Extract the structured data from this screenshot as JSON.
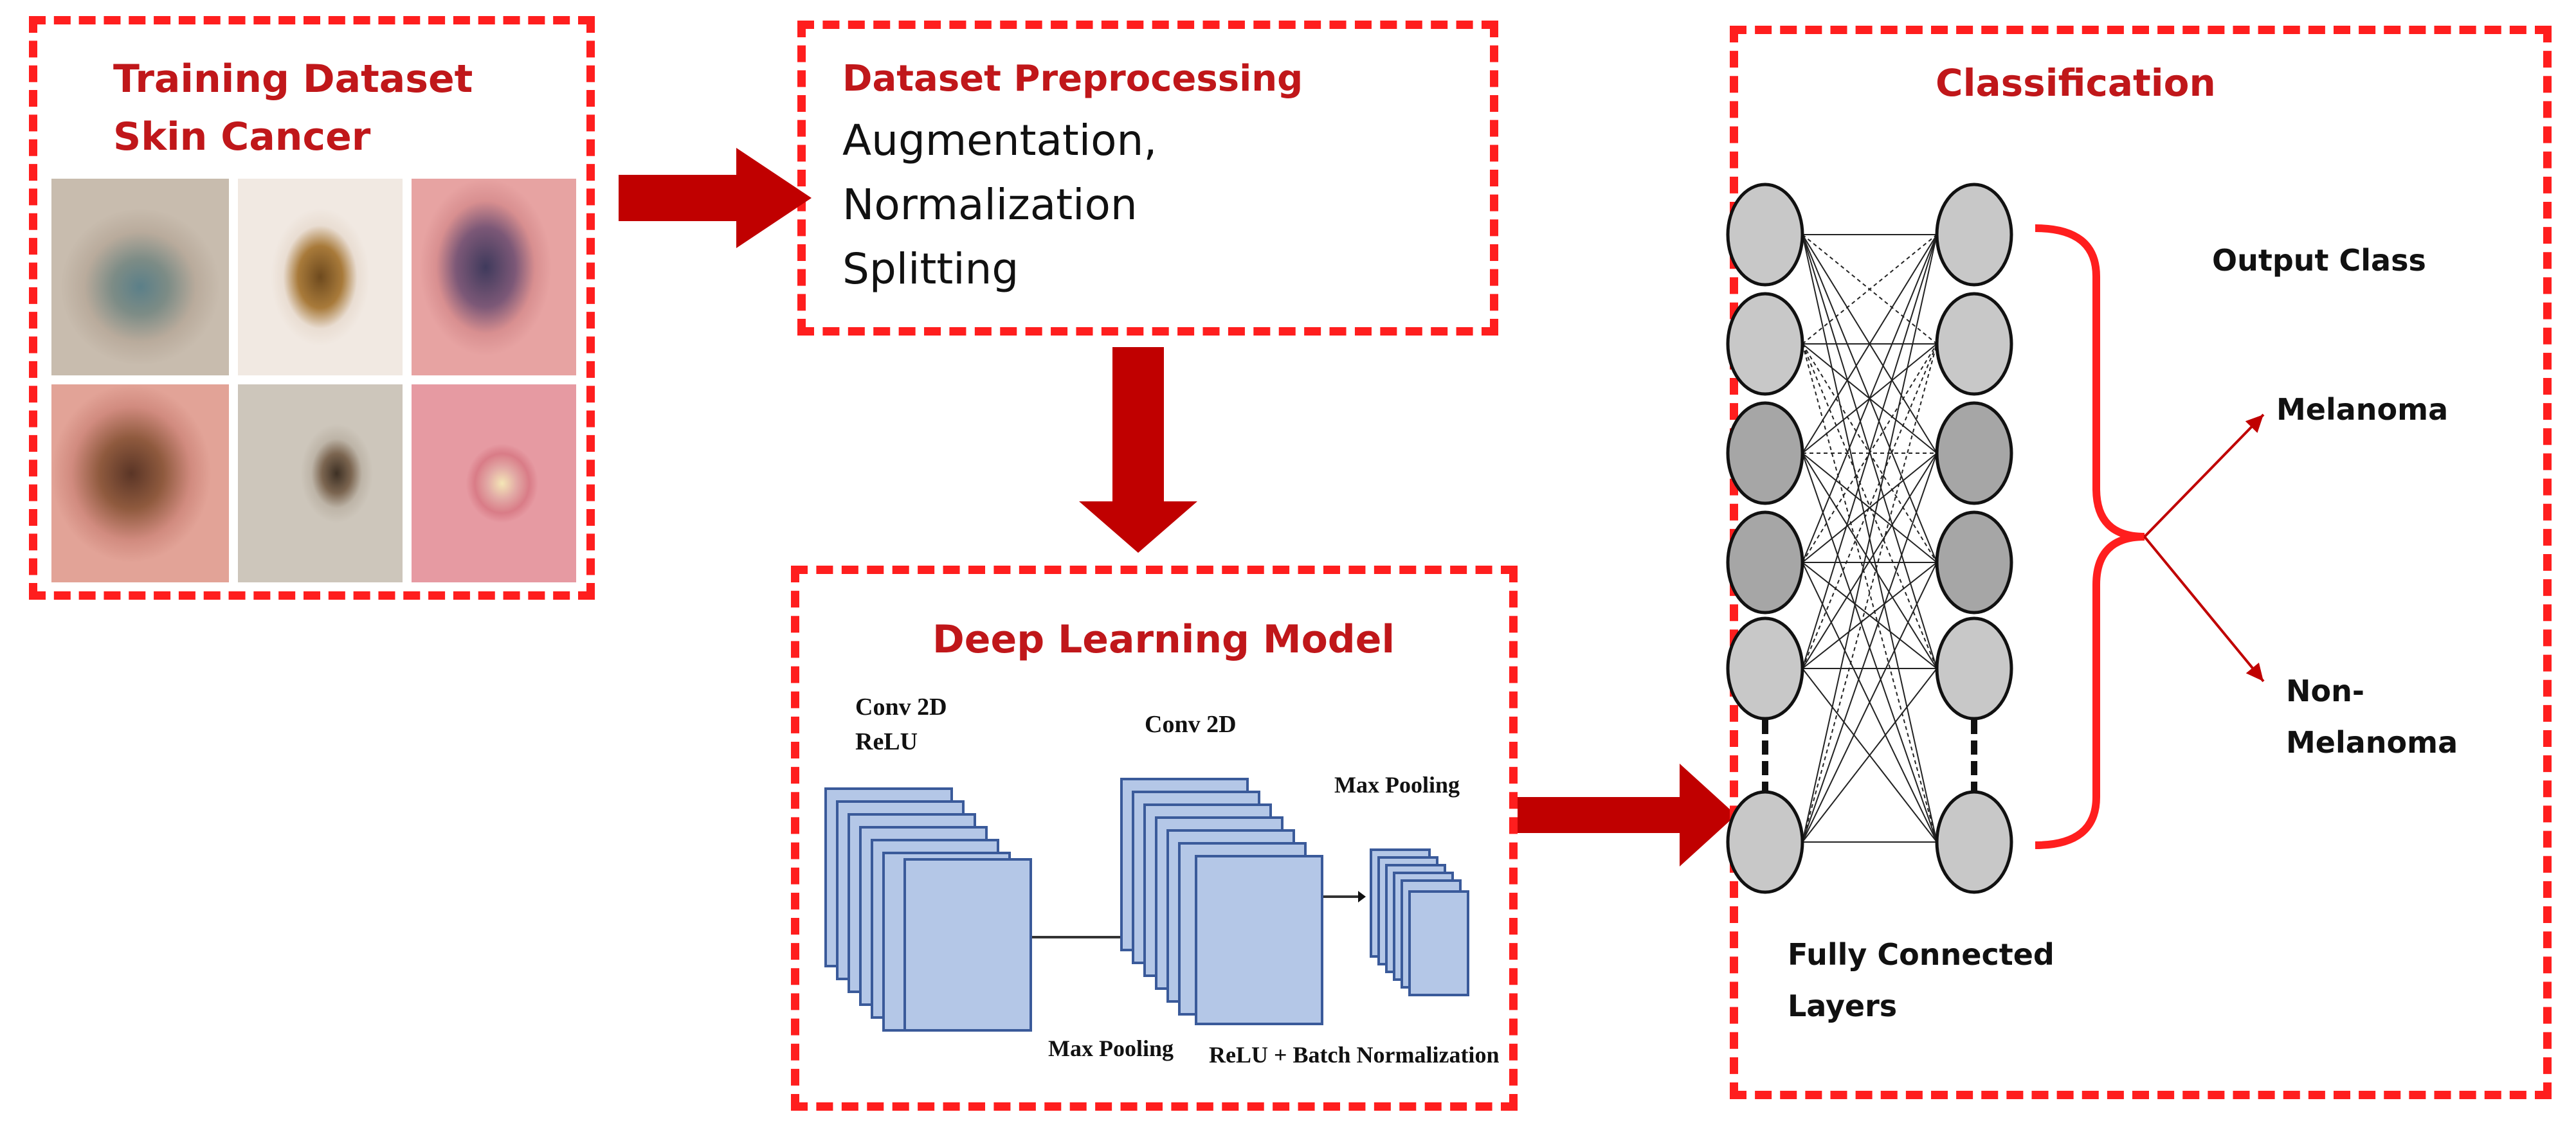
{
  "training": {
    "title_line1": "Training Dataset",
    "title_line2": "Skin Cancer"
  },
  "preprocessing": {
    "title": "Dataset Preprocessing",
    "items": [
      "Augmentation,",
      "Normalization",
      "Splitting"
    ]
  },
  "model": {
    "title": "Deep Learning Model",
    "conv1_line1": "Conv 2D",
    "conv1_line2": "ReLU",
    "conv2": "Conv 2D",
    "max_pool_top": "Max Pooling",
    "max_pool_bottom": "Max Pooling",
    "relu_bn": "ReLU + Batch Normalization"
  },
  "classification": {
    "title": "Classification",
    "output_class": "Output Class",
    "class_1": "Melanoma",
    "class_2_line1": "Non-",
    "class_2_line2": "Melanoma",
    "fc_line1": "Fully Connected",
    "fc_line2": "Layers"
  },
  "colors": {
    "accent_red": "#c0171a",
    "dash_red": "#ff1e1e",
    "arrow_red": "#c00000",
    "layer_fill": "#b4c7e7",
    "layer_stroke": "#3a5a9a",
    "node_light": "#c8c8c8",
    "node_dark": "#a6a6a6"
  }
}
